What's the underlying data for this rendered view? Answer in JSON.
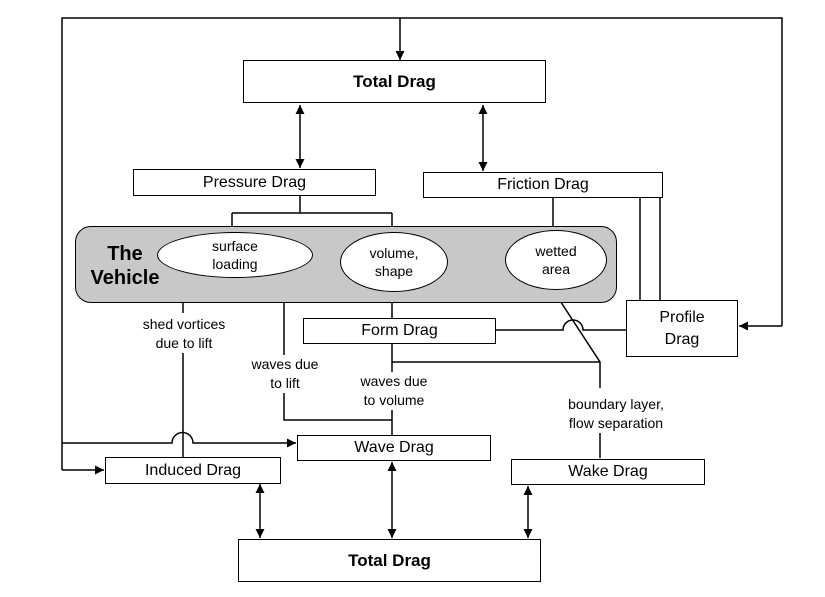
{
  "boxes": {
    "total_drag_top": "Total Drag",
    "pressure_drag": "Pressure Drag",
    "friction_drag": "Friction Drag",
    "form_drag": "Form Drag",
    "profile_drag": "Profile\nDrag",
    "wave_drag": "Wave Drag",
    "induced_drag": "Induced Drag",
    "wake_drag": "Wake Drag",
    "total_drag_bottom": "Total Drag"
  },
  "vehicle": {
    "label": "The\nVehicle",
    "ellipses": {
      "surface_loading": "surface\nloading",
      "volume_shape": "volume,\nshape",
      "wetted_area": "wetted\narea"
    }
  },
  "notes": {
    "shed_vortices": "shed vortices\ndue to lift",
    "waves_due_to_lift": "waves due\nto lift",
    "waves_due_to_volume": "waves due\nto volume",
    "boundary_layer": "boundary layer,\nflow separation"
  }
}
